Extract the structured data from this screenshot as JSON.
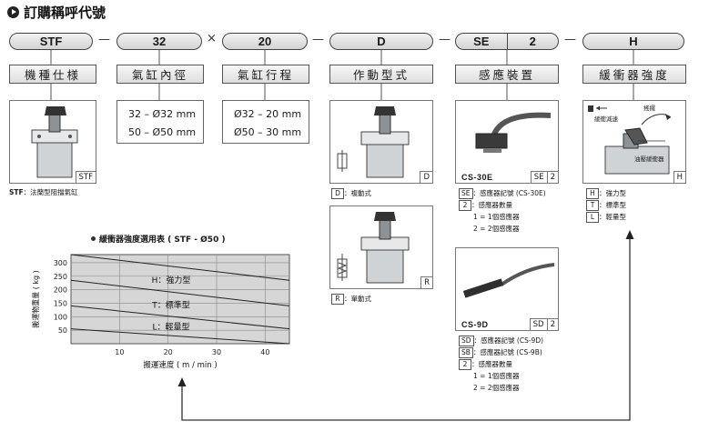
{
  "title": "訂購稱呼代號",
  "codes": {
    "stf": "STF",
    "bore": "32",
    "stroke": "20",
    "action": "D",
    "se": "SE",
    "se_num": "2",
    "strength": "H",
    "dash": "—",
    "times": "×"
  },
  "labels": {
    "spec": "機種仕様",
    "bore": "氣缸內徑",
    "stroke": "氣缸行程",
    "action": "作動型式",
    "sensor": "感應裝置",
    "strength": "緩衝器強度"
  },
  "bore_options": [
    "32 – Ø32 mm",
    "50 – Ø50 mm"
  ],
  "stroke_options": [
    "Ø32 – 20 mm",
    "Ø50 – 30 mm"
  ],
  "spec_panel": {
    "tag": "STF",
    "note_code": "STF",
    "note_text": "：法蘭型阻擋氣缸"
  },
  "action_panels": [
    {
      "tag": "D",
      "note_key": "D",
      "note_text": "：複動式"
    },
    {
      "tag": "R",
      "note_key": "R",
      "note_text": "：單動式"
    }
  ],
  "sensor_panels": [
    {
      "model": "CS-30E",
      "tag_a": "SE",
      "tag_b": "2",
      "notes": [
        {
          "key": "SE",
          "text": "：感應器記號 (CS-30E)"
        },
        {
          "key": "2",
          "text": "：感應器數量"
        },
        {
          "key": "",
          "text": "1 = 1個感應器"
        },
        {
          "key": "",
          "text": "2 = 2個感應器"
        }
      ]
    },
    {
      "model": "CS-9D",
      "tag_a": "SD",
      "tag_b": "2",
      "notes": [
        {
          "key": "SD",
          "text": "：感應器記號 (CS-9D)"
        },
        {
          "key": "SB",
          "text": "：感應器記號 (CS-9B)"
        },
        {
          "key": "2",
          "text": "：感應器數量"
        },
        {
          "key": "",
          "text": "1 = 1個感應器"
        },
        {
          "key": "",
          "text": "2 = 2個感應器"
        }
      ]
    }
  ],
  "strength_panel": {
    "tag": "H",
    "annotations": {
      "slow": "緩衝減速",
      "rotate": "搖擺",
      "adjust": "油壓緩衝器"
    },
    "notes": [
      {
        "key": "H",
        "text": "：強力型"
      },
      {
        "key": "T",
        "text": "：標準型"
      },
      {
        "key": "L",
        "text": "：輕量型"
      }
    ]
  },
  "chart_data": {
    "type": "line",
    "title": "緩衝器強度選用表 ( STF - Ø50 )",
    "xlabel": "搬運速度 ( m / min )",
    "ylabel": "搬運物重量 ( kg )",
    "xlim": [
      0,
      45
    ],
    "ylim": [
      0,
      330
    ],
    "xticks": [
      10,
      20,
      30,
      40
    ],
    "yticks": [
      50,
      100,
      150,
      200,
      250,
      300
    ],
    "grid": true,
    "bands": [
      {
        "name": "H：強力型",
        "upper": [
          [
            0,
            330
          ],
          [
            45,
            235
          ]
        ],
        "lower": [
          [
            0,
            235
          ],
          [
            45,
            140
          ]
        ]
      },
      {
        "name": "T：標準型",
        "upper": [
          [
            0,
            235
          ],
          [
            45,
            140
          ]
        ],
        "lower": [
          [
            0,
            140
          ],
          [
            45,
            55
          ]
        ]
      },
      {
        "name": "L：輕量型",
        "upper": [
          [
            0,
            140
          ],
          [
            45,
            55
          ]
        ],
        "lower": [
          [
            0,
            55
          ],
          [
            45,
            0
          ]
        ]
      }
    ]
  }
}
